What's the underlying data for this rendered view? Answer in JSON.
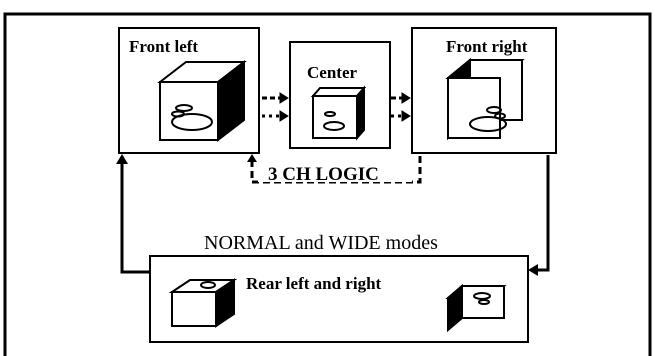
{
  "labels": {
    "front_left": "Front left",
    "center": "Center",
    "front_right": "Front right",
    "logic": "3 CH LOGIC",
    "modes": "NORMAL and WIDE modes",
    "rear": "Rear left and right"
  },
  "colors": {
    "line": "#000000",
    "background": "#ffffff"
  }
}
